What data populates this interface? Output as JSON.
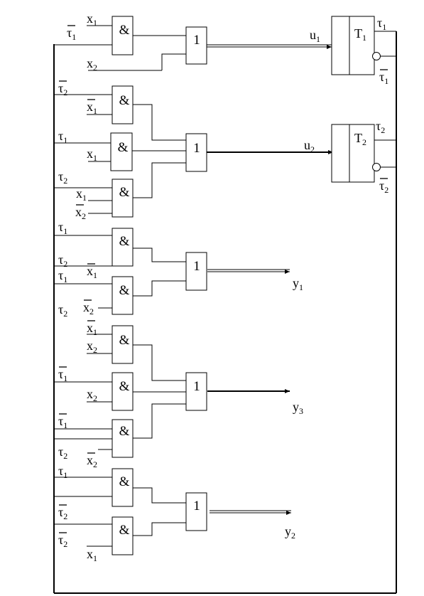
{
  "symbols": {
    "and": "&",
    "or": "1",
    "trigger1": "T",
    "trigger2": "T"
  },
  "labels": {
    "tau": "τ",
    "x": "x",
    "u": "u",
    "y": "y",
    "idx1": "1",
    "idx2": "2",
    "idx3": "3"
  }
}
